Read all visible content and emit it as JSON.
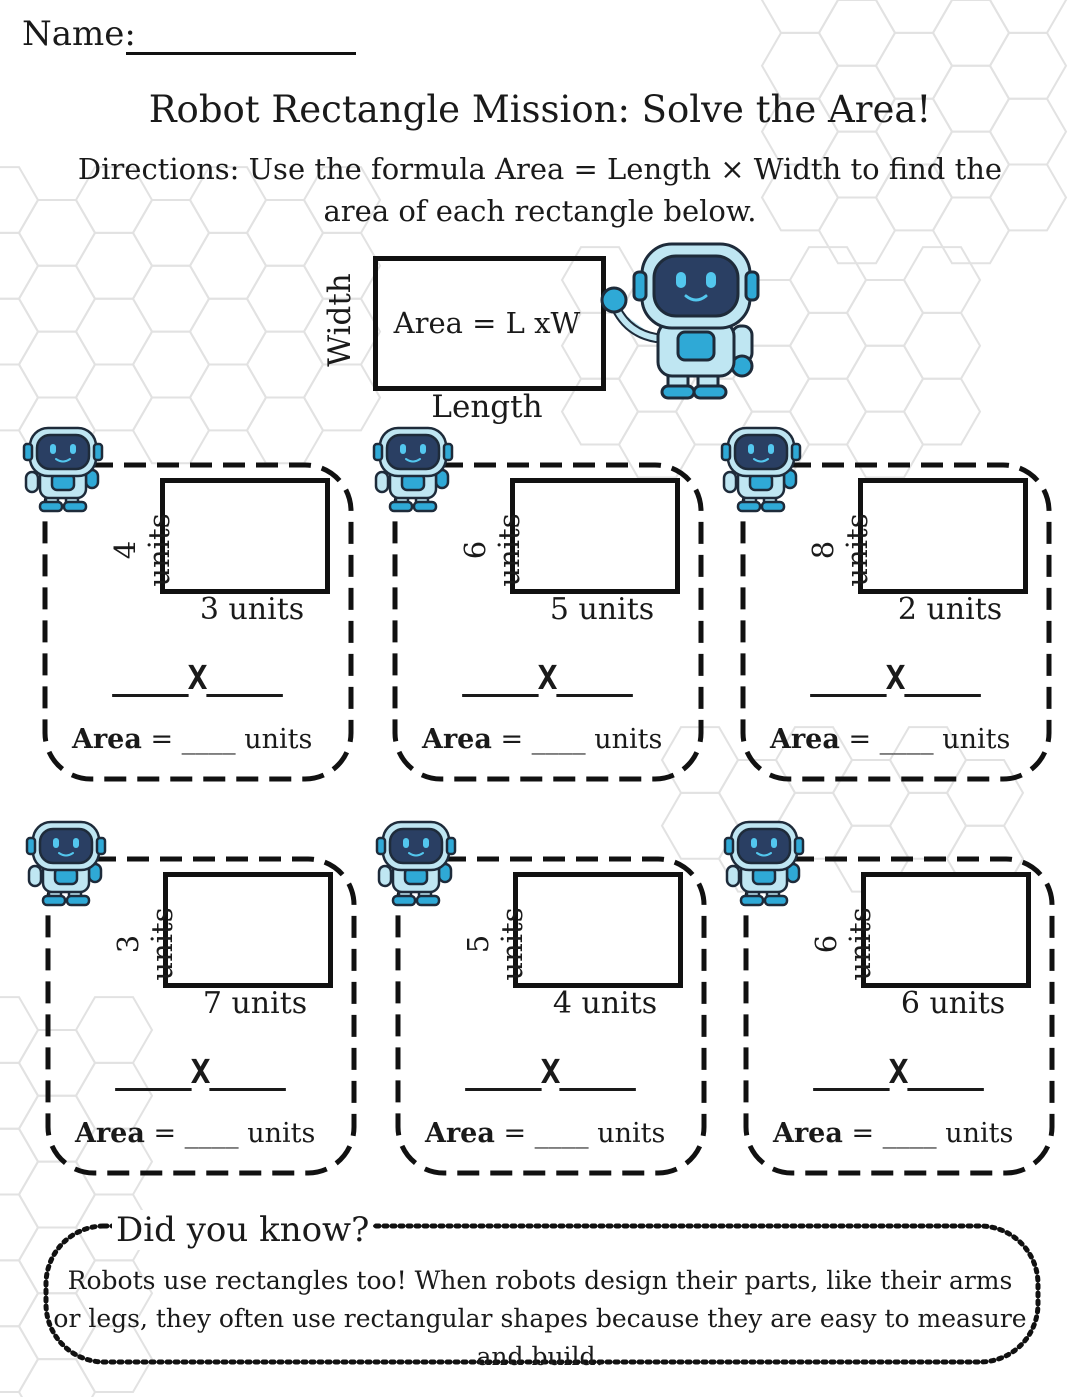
{
  "header": {
    "name_label": "Name:",
    "title": "Robot Rectangle Mission: Solve the Area!",
    "directions": "Directions: Use the formula Area = Length × Width to find the area of each rectangle below."
  },
  "example": {
    "formula": "Area = L xW",
    "width_label": "Width",
    "length_label": "Length"
  },
  "problems": [
    {
      "side": "4 units",
      "length": "3 units",
      "multiply": "____X____",
      "area_label": "Area",
      "area_rest": " = ____ units"
    },
    {
      "side": "6 units",
      "length": "5 units",
      "multiply": "____X____",
      "area_label": "Area",
      "area_rest": " = ____ units"
    },
    {
      "side": "8 units",
      "length": "2 units",
      "multiply": "____X____",
      "area_label": "Area",
      "area_rest": " = ____ units"
    },
    {
      "side": "3 units",
      "length": "7 units",
      "multiply": "____X____",
      "area_label": "Area",
      "area_rest": " = ____ units"
    },
    {
      "side": "5 units",
      "length": "4 units",
      "multiply": "____X____",
      "area_label": "Area",
      "area_rest": " = ____ units"
    },
    {
      "side": "6 units",
      "length": "6 units",
      "multiply": "____X____",
      "area_label": "Area",
      "area_rest": " = ____ units"
    }
  ],
  "did_you_know": {
    "title": "Did you know?",
    "text": "Robots use rectangles too! When robots design their parts, like their arms or legs, they often use rectangular shapes because they are easy to measure and build."
  },
  "colors": {
    "robot_light": "#bfe6f2",
    "robot_accent": "#2fa9d6",
    "robot_visor": "#2a3f63",
    "robot_eye": "#53c7ee",
    "hex_lines": "#dddddd"
  },
  "icons": {
    "robot": "robot-icon",
    "robot_waving": "robot-waving-icon"
  }
}
